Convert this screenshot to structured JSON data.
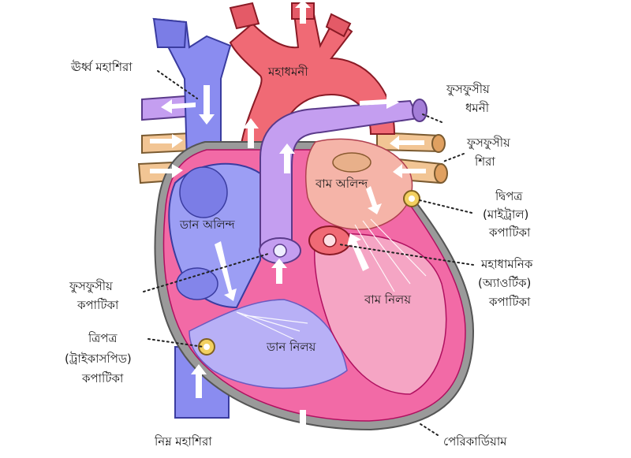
{
  "labels": {
    "superior_vena_cava": "ঊর্ধ্ব মহাশিরা",
    "aorta": "মহাধমনী",
    "pulmonary_artery_1": "ফুসফুসীয়",
    "pulmonary_artery_2": "ধমনী",
    "pulmonary_vein_1": "ফুসফুসীয়",
    "pulmonary_vein_2": "শিরা",
    "left_atrium": "বাম অলিন্দ",
    "right_atrium": "ডান অলিন্দ",
    "mitral_valve_1": "দ্বিপত্র",
    "mitral_valve_2": "(মাইট্রাল)",
    "mitral_valve_3": "কপাটিকা",
    "aortic_valve_1": "মহাধামনিক",
    "aortic_valve_2": "(অ্যাওর্টিক)",
    "aortic_valve_3": "কপাটিকা",
    "pulmonary_valve_1": "ফুসফুসীয়",
    "pulmonary_valve_2": "কপাটিকা",
    "left_ventricle": "বাম নিলয়",
    "tricuspid_valve_1": "ত্রিপত্র",
    "tricuspid_valve_2": "(ট্রাইকাসপিড)",
    "tricuspid_valve_3": "কপাটিকা",
    "right_ventricle": "ডান নিলয়",
    "inferior_vena_cava": "নিম্ন মহাশিরা",
    "pericardium": "পেরিকার্ডিয়াম"
  },
  "colors": {
    "deoxygenated": "#8a8cf0",
    "oxygenated": "#f06a75",
    "pulmonary_artery": "#c49ef0",
    "pulmonary_vein": "#f2c594",
    "myocardium": "#f26aa6",
    "pericardium": "#8c8c8c"
  }
}
